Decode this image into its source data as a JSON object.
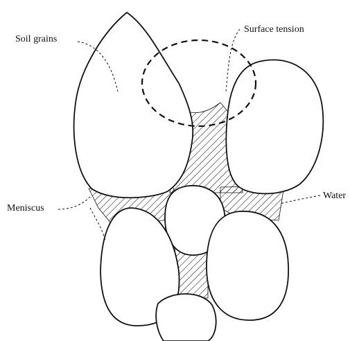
{
  "diagram": {
    "labels": {
      "soil_grains": "Soil grains",
      "surface_tension": "Surface tension",
      "meniscus": "Meniscus",
      "water": "Water"
    },
    "colors": {
      "line": "#111111",
      "background": "#ffffff"
    }
  }
}
